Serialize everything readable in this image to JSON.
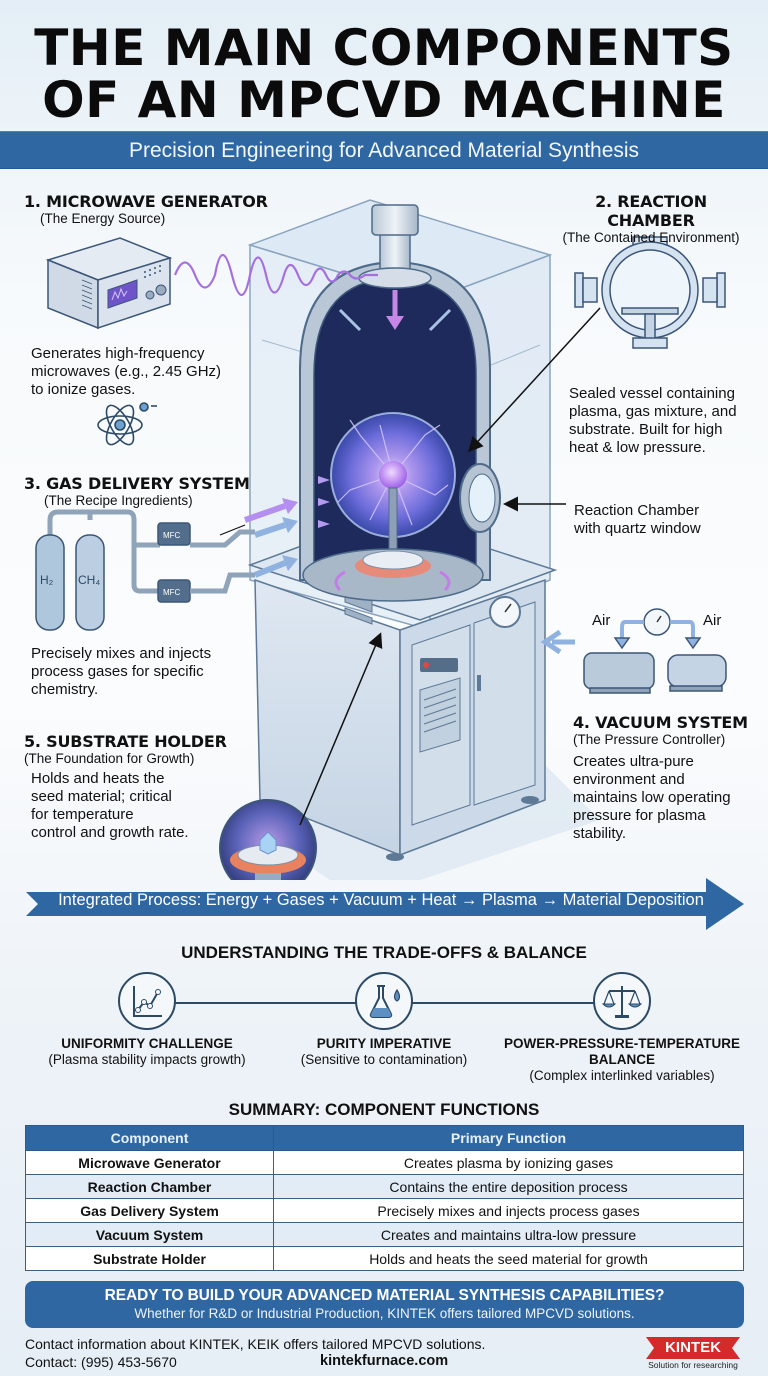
{
  "header": {
    "title_line1": "THE MAIN COMPONENTS",
    "title_line2": "OF AN MPCVD MACHINE",
    "subtitle": "Precision Engineering for Advanced Material Synthesis"
  },
  "components": {
    "microwave": {
      "title": "1. MICROWAVE GENERATOR",
      "subtitle": "(The Energy Source)",
      "desc_lines": [
        "Generates high-frequency",
        "microwaves (e.g., 2.45 GHz)",
        "to ionize gases."
      ],
      "icon": "atom-icon"
    },
    "chamber": {
      "title": "2. REACTION CHAMBER",
      "subtitle": "(The Contained Environment)",
      "desc_lines": [
        "Sealed vessel containing",
        "plasma, gas mixture, and",
        "substrate. Built for high",
        "heat & low pressure."
      ],
      "callout_lines": [
        "Reaction Chamber",
        "with quartz window"
      ]
    },
    "gas": {
      "title": "3. GAS DELIVERY SYSTEM",
      "subtitle": "(The Recipe Ingredients)",
      "desc_lines": [
        "Precisely mixes and injects",
        "process gases for specific",
        "chemistry."
      ],
      "cylinders": [
        "H₂",
        "CH₄"
      ],
      "mfc_label": "MFC"
    },
    "vacuum": {
      "title": "4. VACUUM SYSTEM",
      "subtitle": "(The Pressure Controller)",
      "desc_lines": [
        "Creates ultra-pure",
        "environment and",
        "maintains low operating",
        "pressure for plasma",
        "stability."
      ],
      "air_left": "Air",
      "air_right": "Air"
    },
    "substrate": {
      "title": "5. SUBSTRATE HOLDER",
      "subtitle": "(The Foundation for Growth)",
      "desc_lines": [
        "Holds and heats the",
        "seed material; critical",
        "for temperature",
        "control and growth rate."
      ]
    }
  },
  "process_banner": "Integrated Process: Energy + Gases + Vacuum + Heat → Plasma → Material Deposition",
  "tradeoffs": {
    "heading": "UNDERSTANDING THE TRADE-OFFS & BALANCE",
    "items": [
      {
        "title": "UNIFORMITY CHALLENGE",
        "subtitle": "(Plasma stability impacts growth)",
        "icon": "line-chart-icon"
      },
      {
        "title": "PURITY IMPERATIVE",
        "subtitle": "(Sensitive to contamination)",
        "icon": "flask-droplet-icon"
      },
      {
        "title": "POWER-PRESSURE-TEMPERATURE",
        "title2": "BALANCE",
        "subtitle": "(Complex interlinked variables)",
        "icon": "balance-scale-icon"
      }
    ]
  },
  "summary": {
    "heading": "SUMMARY: COMPONENT FUNCTIONS",
    "columns": [
      "Component",
      "Primary Function"
    ],
    "rows": [
      [
        "Microwave Generator",
        "Creates plasma by ionizing gases"
      ],
      [
        "Reaction Chamber",
        "Contains the entire deposition process"
      ],
      [
        "Gas Delivery System",
        "Precisely mixes and injects process gases"
      ],
      [
        "Vacuum System",
        "Creates and maintains ultra-low pressure"
      ],
      [
        "Substrate Holder",
        "Holds and heats the seed material for growth"
      ]
    ]
  },
  "cta": {
    "title": "READY TO BUILD YOUR ADVANCED MATERIAL SYNTHESIS CAPABILITIES?",
    "subtitle": "Whether for R&D or Industrial Production, KINTEK offers tailored MPCVD solutions."
  },
  "footer": {
    "info": "Contact information about KINTEK, KEIK offers tailored MPCVD solutions.",
    "contact": "Contact: (995) 453-5670",
    "website": "kintekfurnace.com",
    "logo_text": "KINTEK",
    "logo_tagline": "Solution for researching"
  },
  "colors": {
    "primary_blue": "#2f67a3",
    "dark_navy": "#2c4a66",
    "plasma_purple": "#9b6fe0",
    "logo_red": "#d42a2a",
    "table_alt_row": "#e1ecf6"
  }
}
